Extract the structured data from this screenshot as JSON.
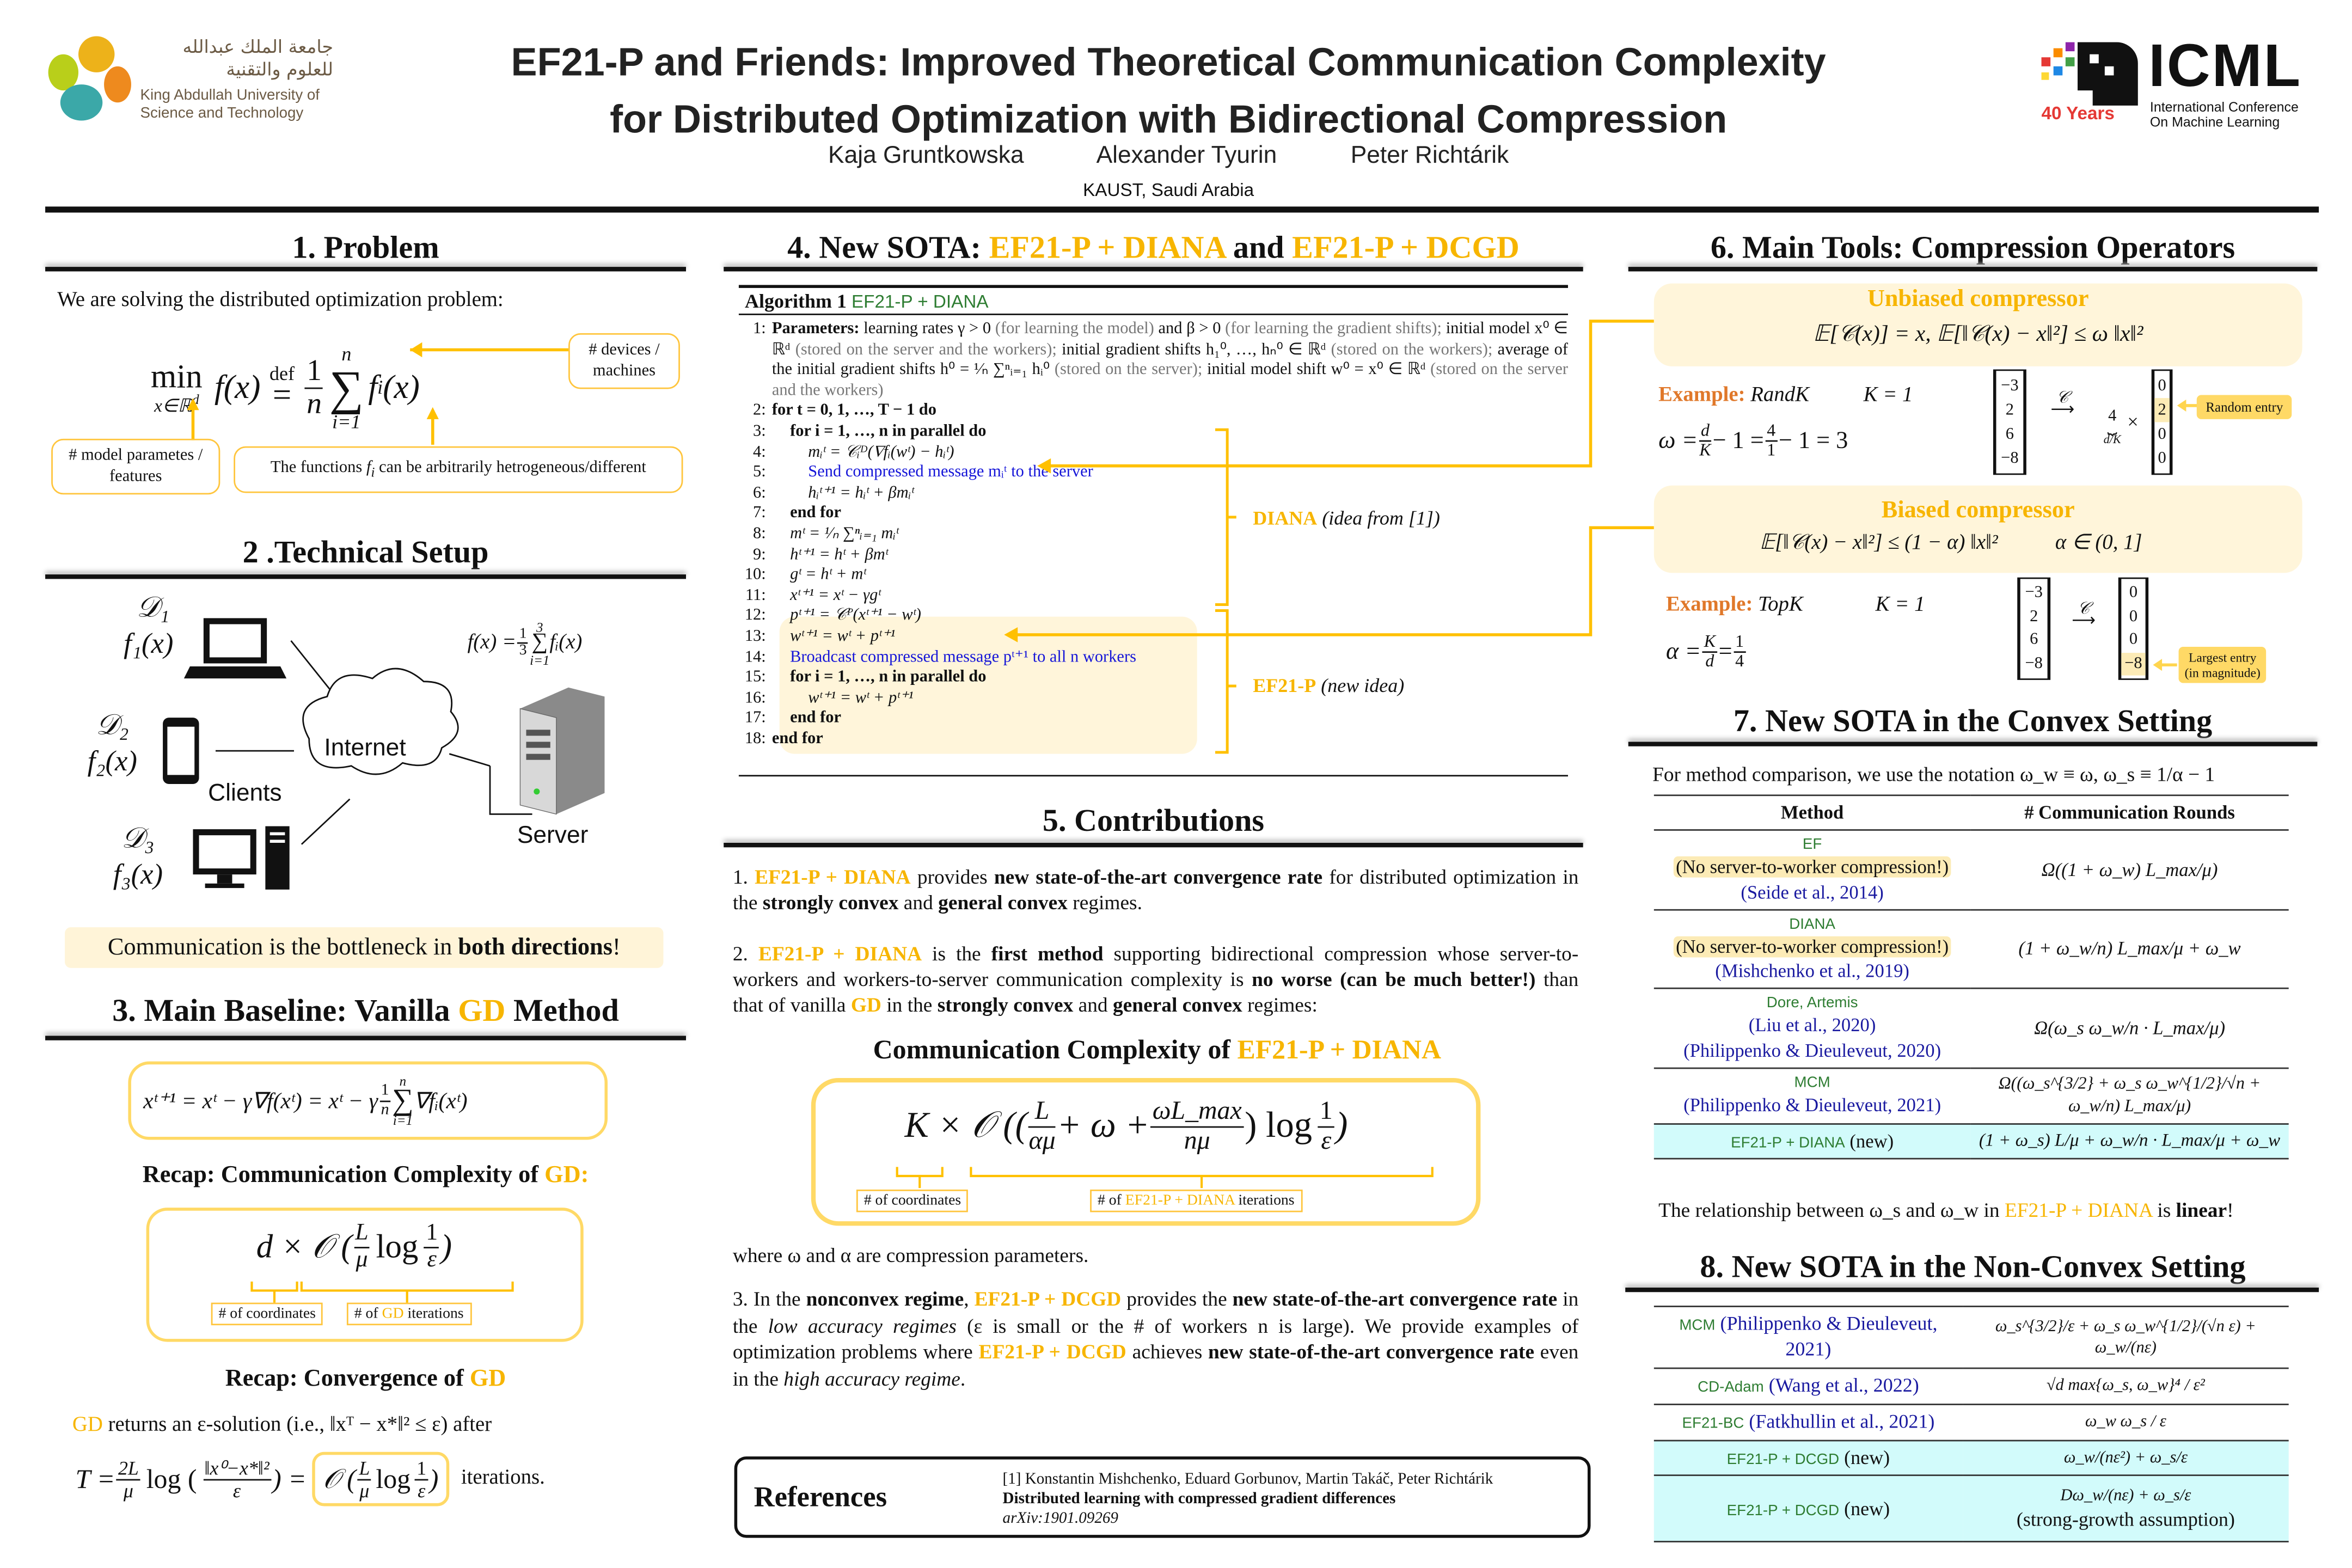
{
  "header": {
    "title_line1": "EF21-P and Friends: Improved Theoretical Communication Complexity",
    "title_line2": "for Distributed Optimization with Bidirectional Compression",
    "authors": [
      "Kaja Gruntkowska",
      "Alexander Tyurin",
      "Peter Richtárik"
    ],
    "affiliation": "KAUST, Saudi Arabia",
    "kaust_logo": {
      "arabic_line1": "جامعة الملك عبدالله",
      "arabic_line2": "للعلوم والتقنية",
      "english_line1": "King Abdullah University of",
      "english_line2": "Science and Technology"
    },
    "icml_logo": {
      "name": "ICML",
      "years": "40 Years",
      "sub1": "International Conference",
      "sub2": "On Machine Learning"
    }
  },
  "colors": {
    "accent": "#F7B500",
    "highlight": "#FCEBB6",
    "method_green": "#2E7D32",
    "citation_blue": "#1a1aa0",
    "new_row": "#D2FBFB"
  },
  "s1": {
    "title": "1. Problem",
    "intro": "We are solving the distributed optimization problem:",
    "formula": {
      "min": "min",
      "under": "x∈ℝ",
      "under_sup": "d",
      "f": "f(x)",
      "def": "def",
      "eq": "=",
      "num": "1",
      "den": "n",
      "sum": "∑",
      "top": "n",
      "bot": "i=1",
      "fi": "f",
      "fi_sub": "i",
      "fi_arg": "(x)"
    },
    "note_devices": "# devices / machines",
    "note_params": "# model parametes / features",
    "note_functions_pre": "The functions ",
    "note_functions_math": "f",
    "note_functions_sub": "i",
    "note_functions_post": " can be arbitrarily hetrogeneous/different"
  },
  "s2": {
    "title": "2 .Technical Setup",
    "d1": "𝒟₁",
    "f1": "f₁(x)",
    "d2": "𝒟₂",
    "f2": "f₂(x)",
    "d3": "𝒟₃",
    "f3": "f₃(x)",
    "clients": "Clients",
    "internet": "Internet",
    "server": "Server",
    "server_formula_pre": "f(x) = ",
    "server_formula_num": "1",
    "server_formula_den": "3",
    "server_formula_sum": "∑",
    "server_formula_top": "3",
    "server_formula_bot": "i=1",
    "server_formula_post": " fᵢ(x)",
    "bottleneck_pre": "Communication is the bottleneck in ",
    "bottleneck_bold": "both directions",
    "bottleneck_post": "!"
  },
  "s3": {
    "title_pre": "3. Main Baseline: Vanilla ",
    "title_gd": "GD",
    "title_post": " Method",
    "update": "xᵗ⁺¹ = xᵗ − γ∇f(xᵗ) = xᵗ − γ",
    "update_num": "1",
    "update_den": "n",
    "update_sum": "∑",
    "update_top": "n",
    "update_bot": "i=1",
    "update_post": "∇fᵢ(xᵗ)",
    "recap_cc_pre": "Recap: Communication Complexity of ",
    "recap_cc_gd": "GD:",
    "cc_formula_pre": "d × 𝒪 (",
    "cc_num": "L",
    "cc_den": "μ",
    "cc_log": "log",
    "cc_num2": "1",
    "cc_den2": "ε",
    "cc_close": ")",
    "tag_coords": "# of coordinates",
    "tag_iter_pre": "# of ",
    "tag_iter_gd": "GD",
    "tag_iter_post": " iterations",
    "recap_conv_pre": "Recap: Convergence of ",
    "recap_conv_gd": "GD",
    "returns_gd": "GD",
    "returns_text": " returns an ε-solution (i.e., ‖xᵀ − x*‖² ≤ ε) after",
    "T_pre": "T = ",
    "T_num": "2L",
    "T_den": "μ",
    "T_log": "log (",
    "T_num2": "‖x⁰−x*‖²",
    "T_den2": "ε",
    "T_mid": ") =",
    "T_box": "𝒪 (",
    "T_bnum": "L",
    "T_bden": "μ",
    "T_blog": "log",
    "T_bnum2": "1",
    "T_bden2": "ε",
    "T_bclose": ")",
    "T_post": "iterations."
  },
  "s4": {
    "title_pre": "4. New SOTA: ",
    "title_m1": "EF21-P + DIANA",
    "title_and": " and ",
    "title_m2": "EF21-P + DCGD",
    "alg_label": "Algorithm 1",
    "alg_name": "EF21-P + DIANA",
    "line1": {
      "bold": "Parameters:",
      "a": " learning rates γ > 0 ",
      "b": "(for learning the model)",
      "c": " and β > 0 ",
      "d": "(for learning the gradient shifts);",
      "e": " initial model x⁰ ∈ ℝᵈ ",
      "f": "(stored on the server and the workers);",
      "g": " initial gradient shifts h₁⁰, …, hₙ⁰ ∈ ℝᵈ ",
      "h": "(stored on the workers);",
      "i": " average of the initial gradient shifts h⁰ = ¹⁄ₙ ∑ⁿᵢ₌₁ hᵢ⁰ ",
      "j": "(stored on the server);",
      "k": " initial model shift w⁰ = x⁰ ∈ ℝᵈ ",
      "l": "(stored on the server and the workers)"
    },
    "lines": [
      {
        "n": "2:",
        "t": "for t = 0, 1, …, T − 1 do"
      },
      {
        "n": "3:",
        "t": "for i = 1, …, n in parallel do"
      },
      {
        "n": "4:",
        "t": "mᵢᵗ = 𝒞ᵢᴰ(∇fᵢ(wᵗ) − hᵢᵗ)"
      },
      {
        "n": "5:",
        "t": "Send compressed message mᵢᵗ to the server"
      },
      {
        "n": "6:",
        "t": "hᵢᵗ⁺¹ = hᵢᵗ + βmᵢᵗ"
      },
      {
        "n": "7:",
        "t": "end for"
      },
      {
        "n": "8:",
        "t": "mᵗ = ¹⁄ₙ ∑ⁿᵢ₌₁ mᵢᵗ"
      },
      {
        "n": "9:",
        "t": "hᵗ⁺¹ = hᵗ + βmᵗ"
      },
      {
        "n": "10:",
        "t": "gᵗ = hᵗ + mᵗ"
      },
      {
        "n": "11:",
        "t": "xᵗ⁺¹ = xᵗ − γgᵗ"
      },
      {
        "n": "12:",
        "t": "pᵗ⁺¹ = 𝒞ᴾ(xᵗ⁺¹ − wᵗ)"
      },
      {
        "n": "13:",
        "t": "wᵗ⁺¹ = wᵗ + pᵗ⁺¹"
      },
      {
        "n": "14:",
        "t": "Broadcast compressed message pᵗ⁺¹ to all n workers"
      },
      {
        "n": "15:",
        "t": "for i = 1, …, n in parallel do"
      },
      {
        "n": "16:",
        "t": "wᵗ⁺¹ = wᵗ + pᵗ⁺¹"
      },
      {
        "n": "17:",
        "t": "end for"
      },
      {
        "n": "18:",
        "t": "end for"
      }
    ],
    "line1_n": "1:",
    "diana_label": "DIANA",
    "diana_note": " (idea from [1])",
    "ef_label": "EF21-P",
    "ef_note": " (new idea)"
  },
  "s5": {
    "title": "5. Contributions",
    "p1": {
      "n": "1. ",
      "m": "EF21-P + DIANA",
      "a": " provides ",
      "b": "new state-of-the-art convergence rate",
      "c": " for distributed optimization in the ",
      "d": "strongly convex",
      "e": " and ",
      "f": "general convex",
      "g": " regimes."
    },
    "p2": {
      "n": "2. ",
      "m": "EF21-P + DIANA",
      "a": " is the ",
      "b": "first method",
      "c": " supporting bidirectional compression whose server-to-workers and workers-to-server communication complexity is ",
      "d": "no worse (can be much better!)",
      "e": " than that of vanilla ",
      "gd": "GD",
      "f": " in the ",
      "g": "strongly convex",
      "h": " and ",
      "i": "general convex",
      "j": " regimes:"
    },
    "cc_title_pre": "Communication Complexity of ",
    "cc_title_m": "EF21-P + DIANA",
    "cc": {
      "pre": "K × 𝒪 ((",
      "n1": "L",
      "d1": "αμ",
      "mid": " + ω + ",
      "n2": "ωL_max",
      "d2": "nμ",
      "post": ") log",
      "n3": "1",
      "d3": "ε",
      "close": ")"
    },
    "tag_coords": "# of coordinates",
    "tag_iter_pre": "# of ",
    "tag_iter_m": "EF21-P + DIANA",
    "tag_iter_post": " iterations",
    "where": "where ω and α are compression parameters.",
    "p3": {
      "n": "3. In the ",
      "a": "nonconvex regime",
      "b": ", ",
      "m": "EF21-P + DCGD",
      "c": " provides the ",
      "d": "new state-of-the-art convergence rate",
      "e": " in the ",
      "f": "low accuracy regimes",
      "g": " (ε is small or the # of workers n is large). We provide examples of optimization problems where ",
      "m2": "EF21-P + DCGD",
      "h": " achieves ",
      "i": "new state-of-the-art convergence rate",
      "j": " even in the ",
      "k": "high accuracy regime",
      "l": "."
    },
    "refs_title": "References",
    "ref1_authors": "[1] Konstantin Mishchenko, Eduard Gorbunov, Martin Takáč, Peter Richtárik",
    "ref1_title": "Distributed learning with compressed gradient differences",
    "ref1_venue": "arXiv:1901.09269"
  },
  "s6": {
    "title": "6. Main Tools: Compression Operators",
    "unbiased_title": "Unbiased compressor",
    "unbiased_formula": "𝔼[𝒞(x)] = x,  𝔼[‖𝒞(x) − x‖²] ≤ ω ‖x‖²",
    "randk_label": "Example:",
    "randk_name": "RandK",
    "randk_K": "K = 1",
    "randk_omega_pre": "ω = ",
    "randk_n1": "d",
    "randk_d1": "K",
    "randk_mid": " − 1 = ",
    "randk_n2": "4",
    "randk_d2": "1",
    "randk_post": " − 1 = 3",
    "vec_in": [
      "−3",
      "2",
      "6",
      "−8"
    ],
    "randk_arrow": "𝒞",
    "randk_scale": "4",
    "randk_scale_sub": "d/K",
    "times": "×",
    "randk_out": [
      "0",
      "2",
      "0",
      "0"
    ],
    "random_entry": "Random entry",
    "biased_title": "Biased compressor",
    "biased_formula": "𝔼[‖𝒞(x) − x‖²] ≤ (1 − α) ‖x‖²",
    "biased_range": "α ∈ (0, 1]",
    "topk_label": "Example:",
    "topk_name": "TopK",
    "topk_K": "K = 1",
    "topk_alpha_pre": "α = ",
    "topk_n1": "K",
    "topk_d1": "d",
    "topk_mid": " = ",
    "topk_n2": "1",
    "topk_d2": "4",
    "topk_arrow": "𝒞",
    "topk_out": [
      "0",
      "0",
      "0",
      "−8"
    ],
    "largest_entry_1": "Largest entry",
    "largest_entry_2": "(in magnitude)"
  },
  "s7": {
    "title": "7. New SOTA in the Convex Setting",
    "notation": "For method comparison, we use the notation  ω_w ≡ ω,  ω_s ≡ 1/α − 1",
    "col_method": "Method",
    "col_rounds": "# Communication Rounds",
    "rows": [
      {
        "name": "EF",
        "note": "(No server-to-worker compression!)",
        "cite": "(Seide et al., 2014)",
        "formula": "Ω((1 + ω_w) L_max/μ)"
      },
      {
        "name": "DIANA",
        "note": "(No server-to-worker compression!)",
        "cite": "(Mishchenko et al., 2019)",
        "formula": "(1 + ω_w/n) L_max/μ + ω_w"
      },
      {
        "name": "Dore, Artemis",
        "cite": "(Liu et al., 2020)",
        "cite2": "(Philippenko & Dieuleveut, 2020)",
        "formula": "Ω(ω_s ω_w/n · L_max/μ)"
      },
      {
        "name": "MCM",
        "cite": "(Philippenko & Dieuleveut, 2021)",
        "formula": "Ω((ω_s^{3/2} + ω_s ω_w^{1/2}/√n + ω_w/n) L_max/μ)"
      },
      {
        "name": "EF21-P + DIANA",
        "tag": "(new)",
        "formula": "(1 + ω_s) L/μ + ω_w/n · L_max/μ + ω_w"
      }
    ],
    "relation_pre": "The relationship between ω_s and ω_w in ",
    "relation_m": "EF21-P + DIANA",
    "relation_mid": " is ",
    "relation_bold": "linear",
    "relation_post": "!"
  },
  "s8": {
    "title": "8. New SOTA in the Non-Convex Setting",
    "rows": [
      {
        "name": "MCM",
        "cite": "(Philippenko & Dieuleveut, 2021)",
        "formula": "ω_s^{3/2}/ε + ω_s ω_w^{1/2}/(√n ε) + ω_w/(nε)"
      },
      {
        "name": "CD-Adam",
        "cite": "(Wang et al., 2022)",
        "formula": "√d max{ω_s, ω_w}⁴ / ε²"
      },
      {
        "name": "EF21-BC",
        "cite": "(Fatkhullin et al., 2021)",
        "formula": "ω_w ω_s / ε"
      },
      {
        "name": "EF21-P + DCGD",
        "tag": "(new)",
        "formula": "ω_w/(nε²) + ω_s/ε"
      },
      {
        "name": "EF21-P + DCGD",
        "tag": "(new)",
        "formula": "Dω_w/(nε) + ω_s/ε",
        "formula_note": "(strong-growth assumption)"
      }
    ]
  }
}
